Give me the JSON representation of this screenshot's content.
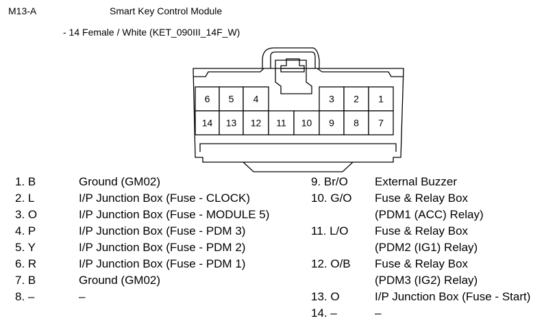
{
  "header": {
    "code": "M13-A",
    "title": "Smart Key Control Module",
    "connector_spec": "- 14 Female / White (KET_090III_14F_W)"
  },
  "connector": {
    "top_row": [
      "6",
      "5",
      "4",
      "",
      "",
      "3",
      "2",
      "1"
    ],
    "bottom_row": [
      "14",
      "13",
      "12",
      "11",
      "10",
      "9",
      "8",
      "7"
    ]
  },
  "pins_left": [
    {
      "num": "1. B",
      "desc": "Ground (GM02)"
    },
    {
      "num": "2. L",
      "desc": "I/P Junction Box (Fuse - CLOCK)"
    },
    {
      "num": "3. O",
      "desc": "I/P Junction Box (Fuse - MODULE 5)"
    },
    {
      "num": "4. P",
      "desc": "I/P Junction Box (Fuse - PDM 3)"
    },
    {
      "num": "5. Y",
      "desc": "I/P Junction Box (Fuse - PDM 2)"
    },
    {
      "num": "6. R",
      "desc": "I/P Junction Box (Fuse - PDM 1)"
    },
    {
      "num": "7. B",
      "desc": "Ground (GM02)"
    },
    {
      "num": "8. –",
      "desc": "–"
    }
  ],
  "pins_right": [
    {
      "num": "9. Br/O",
      "desc": "External Buzzer"
    },
    {
      "num": "10. G/O",
      "desc": "Fuse & Relay Box"
    },
    {
      "num": "",
      "desc": "(PDM1 (ACC) Relay)"
    },
    {
      "num": "11. L/O",
      "desc": "Fuse & Relay Box"
    },
    {
      "num": "",
      "desc": "(PDM2 (IG1) Relay)"
    },
    {
      "num": "12. O/B",
      "desc": "Fuse & Relay Box"
    },
    {
      "num": "",
      "desc": "(PDM3 (IG2) Relay)"
    },
    {
      "num": "13. O",
      "desc": "I/P Junction Box (Fuse - Start)"
    },
    {
      "num": "14. –",
      "desc": "–"
    }
  ]
}
